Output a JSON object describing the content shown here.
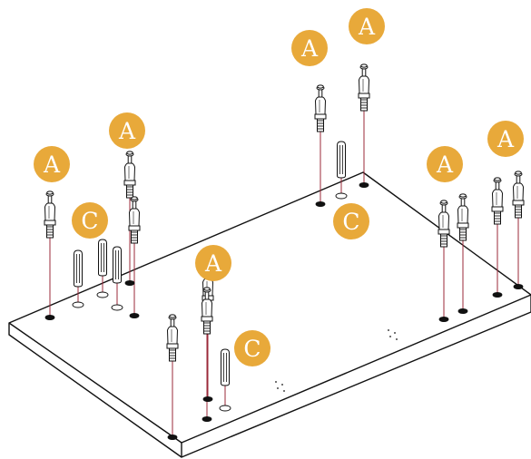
{
  "colors": {
    "badge_fill": "#E8A93A",
    "badge_text": "#FFFFFF",
    "guide_line": "#9B2A3A",
    "outline": "#111111",
    "hole": "#111111",
    "part_fill": "#FFFFFF"
  },
  "callouts": {
    "a_label": "A",
    "c_label": "C"
  },
  "icons": {
    "board": "table-top-board",
    "cam_bolt": "cam-bolt-icon",
    "dowel": "wooden-dowel-icon",
    "pilot_hole": "pilot-hole-icon"
  }
}
